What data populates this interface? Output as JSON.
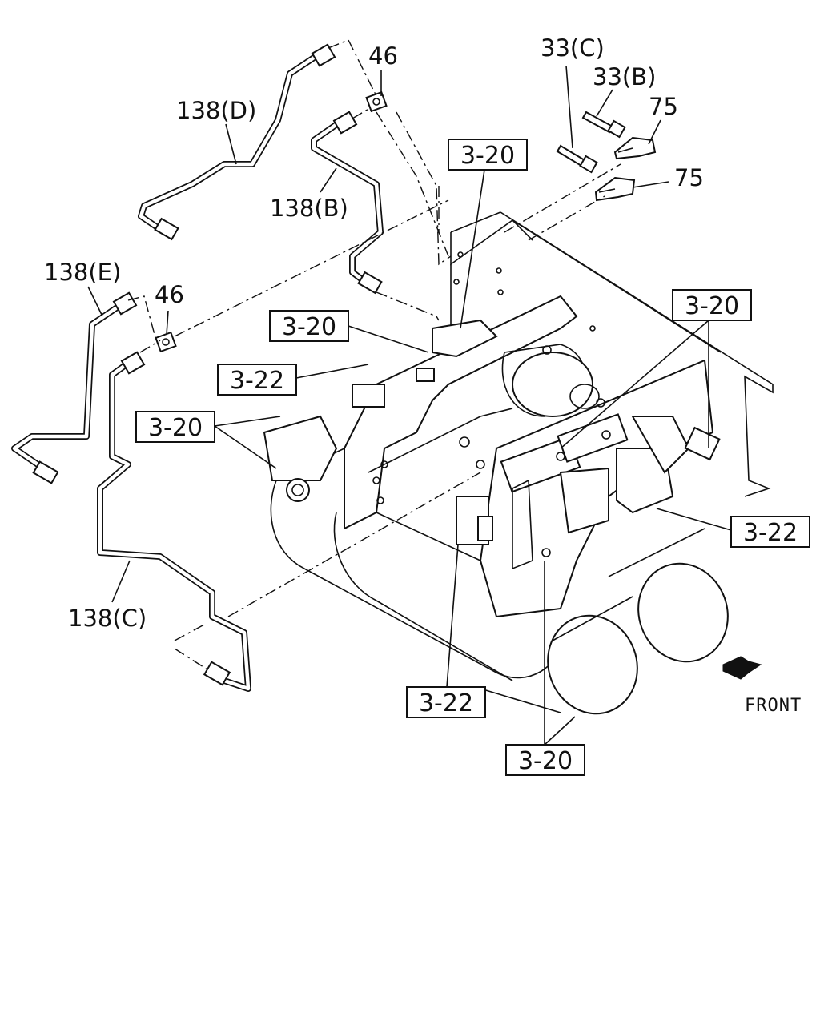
{
  "diagram": {
    "part_callouts": [
      {
        "id": "138D",
        "text": "138(D)"
      },
      {
        "id": "46a",
        "text": "46"
      },
      {
        "id": "138B",
        "text": "138(B)"
      },
      {
        "id": "33C",
        "text": "33(C)"
      },
      {
        "id": "33B",
        "text": "33(B)"
      },
      {
        "id": "75a",
        "text": "75"
      },
      {
        "id": "75b",
        "text": "75"
      },
      {
        "id": "138E",
        "text": "138(E)"
      },
      {
        "id": "46b",
        "text": "46"
      },
      {
        "id": "138C",
        "text": "138(C)"
      }
    ],
    "reference_boxes": [
      {
        "id": "r1",
        "text": "3-20"
      },
      {
        "id": "r2",
        "text": "3-20"
      },
      {
        "id": "r3",
        "text": "3-22"
      },
      {
        "id": "r4",
        "text": "3-20"
      },
      {
        "id": "r5",
        "text": "3-20"
      },
      {
        "id": "r6",
        "text": "3-22"
      },
      {
        "id": "r7",
        "text": "3-22"
      },
      {
        "id": "r8",
        "text": "3-20"
      }
    ],
    "direction": {
      "label": "FRONT",
      "icon": "front-arrow-icon"
    }
  }
}
